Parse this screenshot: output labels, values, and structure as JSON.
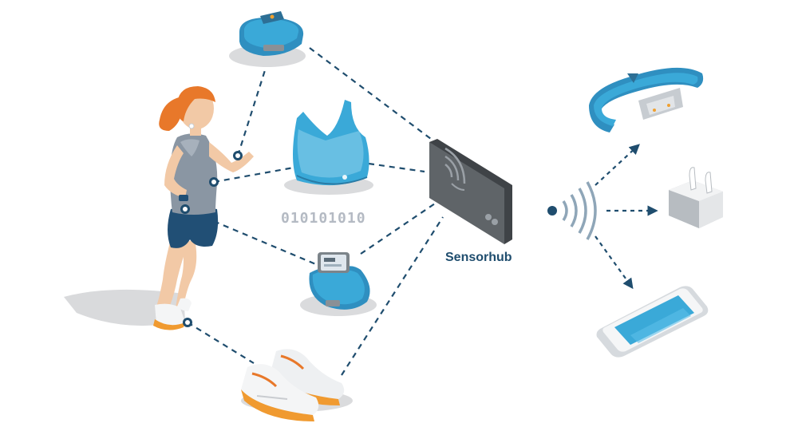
{
  "diagram": {
    "binary_text": "010101010",
    "hub_label": "Sensorhub"
  },
  "nodes": {
    "runner": {
      "icon": "runner-figure"
    },
    "fitness_band": {
      "icon": "fitness-band-icon"
    },
    "sports_bra": {
      "icon": "sports-bra-icon"
    },
    "smartwatch": {
      "icon": "smartwatch-icon"
    },
    "sneakers": {
      "icon": "sneakers-icon"
    },
    "sensorhub": {
      "icon": "sensor-card-icon"
    },
    "signal": {
      "icon": "wireless-signal-icon"
    },
    "chest_strap": {
      "icon": "chest-strap-icon"
    },
    "earbuds": {
      "icon": "earbuds-case-icon"
    },
    "smartphone": {
      "icon": "smartphone-icon"
    }
  },
  "colors": {
    "accent_blue": "#3aa9d8",
    "line_navy": "#1f4d6e",
    "card_gray": "#5f6468",
    "hair_orange": "#e8782a",
    "shadow_gray": "#d9dadc"
  }
}
